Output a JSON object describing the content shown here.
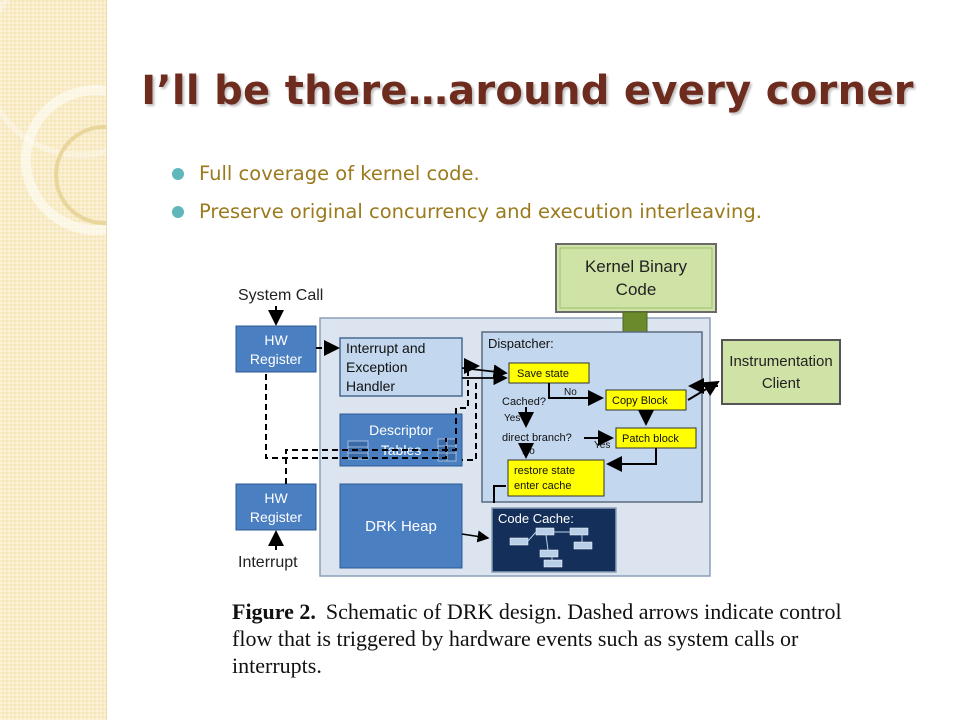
{
  "slide": {
    "title": "I’ll be there…around every corner",
    "bullets": [
      "Full coverage of kernel code.",
      "Preserve original concurrency and execution interleaving."
    ]
  },
  "diagram": {
    "system_call": "System Call",
    "interrupt": "Interrupt",
    "hw_register": "HW",
    "hw_register_2": "Register",
    "kernel_binary_1": "Kernel Binary",
    "kernel_binary_2": "Code",
    "interrupt_handler_1": "Interrupt and",
    "interrupt_handler_2": "Exception",
    "interrupt_handler_3": "Handler",
    "descriptor_1": "Descriptor",
    "descriptor_2": "Tables",
    "drk_heap": "DRK Heap",
    "dispatcher": "Dispatcher:",
    "save_state": "Save state",
    "no_1": "No",
    "cached": "Cached?",
    "yes_1": "Yes",
    "copy_block": "Copy Block",
    "direct_branch": "direct branch?",
    "yes_2": "Yes",
    "no_2": "No",
    "patch_block": "Patch block",
    "restore_1": "restore state",
    "restore_2": "enter cache",
    "code_cache": "Code Cache:",
    "instrumentation_1": "Instrumentation",
    "instrumentation_2": "Client"
  },
  "caption": {
    "figure": "Figure 2.",
    "text": "Schematic of DRK design. Dashed arrows indicate control flow that is triggered by hardware events such as system calls or interrupts."
  },
  "colors": {
    "title": "#6e2c1f",
    "bullet_text": "#9a7a1d",
    "bullet_dot": "#5fb6bb",
    "sidebar": "#f5e6b8",
    "hw_box": "#4a7fc1",
    "kernel_box": "#cfe3a6",
    "yellow_box": "#ffff00",
    "code_cache": "#14305a"
  }
}
